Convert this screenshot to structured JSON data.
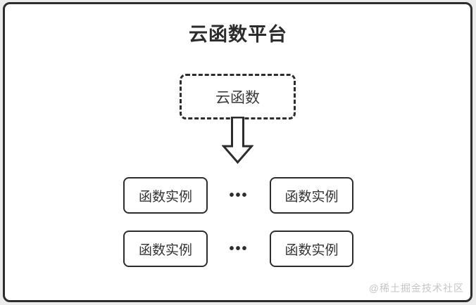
{
  "title": "云函数平台",
  "platform": {
    "root_node": {
      "label": "云函数"
    },
    "rows": [
      {
        "boxes": [
          "函数实例",
          "函数实例"
        ],
        "separator": "•••"
      },
      {
        "boxes": [
          "函数实例",
          "函数实例"
        ],
        "separator": "•••"
      }
    ]
  },
  "watermark": "@稀土掘金技术社区",
  "colors": {
    "frame_border": "#2d2d2d",
    "text": "#333333",
    "watermark": "#c6c6c6",
    "canvas": "#ffffff",
    "page_background": "#ececec"
  }
}
